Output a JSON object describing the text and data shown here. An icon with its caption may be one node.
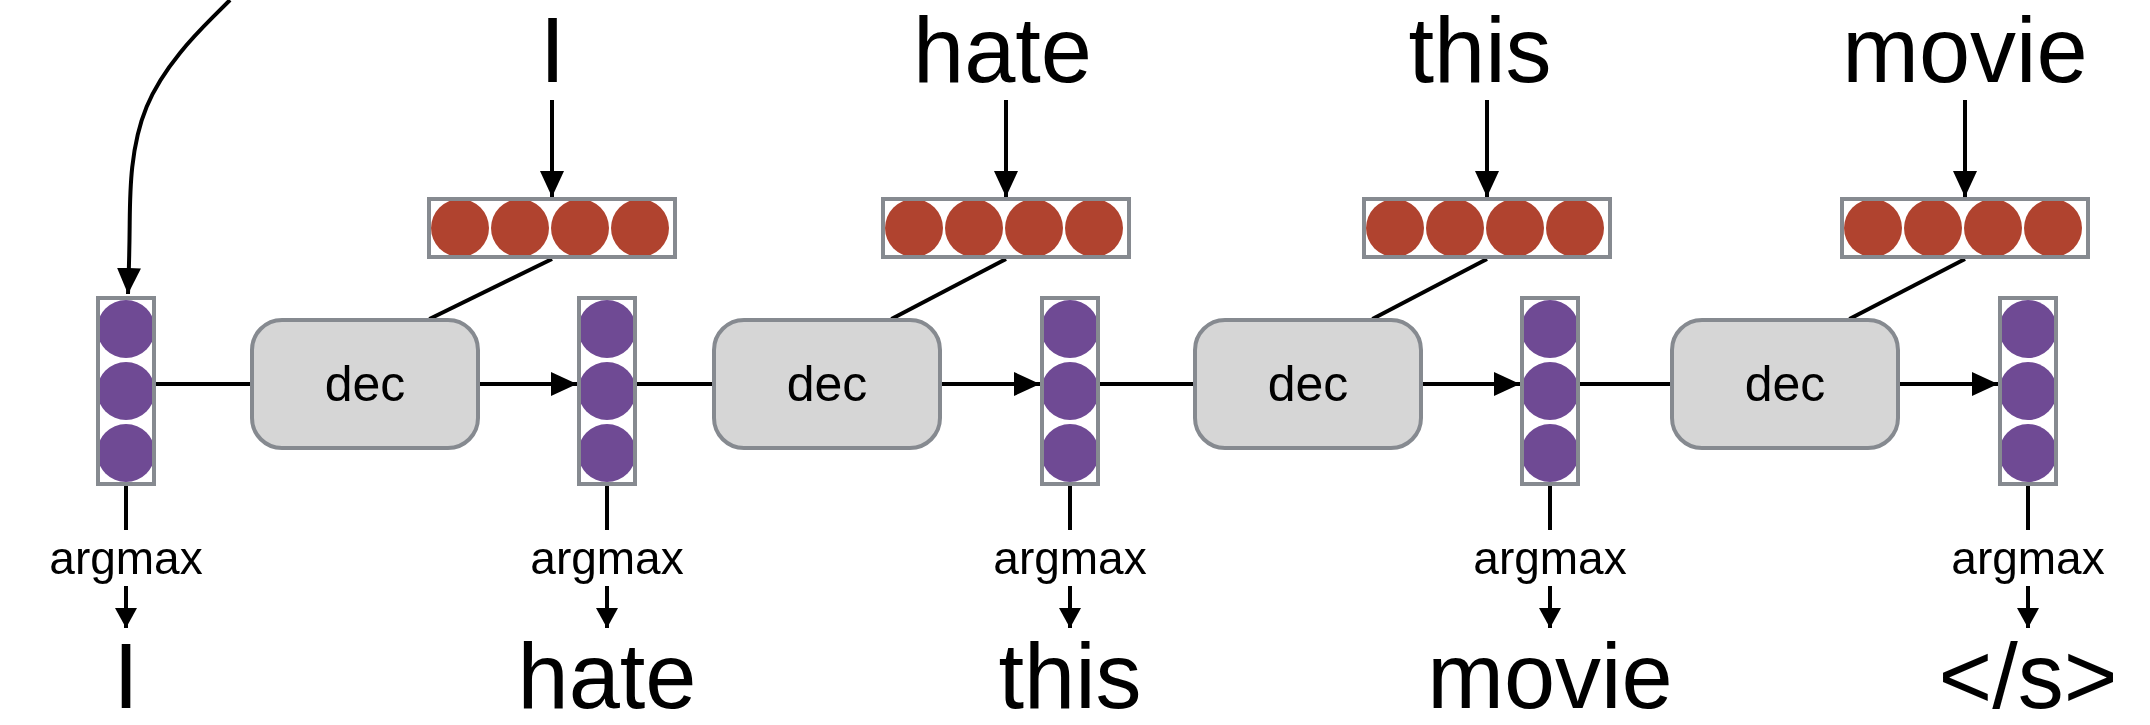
{
  "diagram": {
    "nodes": [
      {
        "text": [
          "I"
        ]
      },
      {
        "text": [
          "hate"
        ]
      },
      {
        "text": [
          "this"
        ]
      },
      {
        "text": [
          "movie"
        ]
      },
      {
        "text": [],
        "shape": "box"
      },
      {
        "text": [],
        "shape": "box"
      },
      {
        "text": [],
        "shape": "box"
      },
      {
        "text": [],
        "shape": "box"
      },
      {
        "text": [],
        "shape": "box"
      },
      {
        "text": [],
        "shape": "box"
      },
      {
        "text": [],
        "shape": "box"
      },
      {
        "text": [],
        "shape": "box"
      },
      {
        "text": [],
        "shape": "box"
      },
      {
        "text": [
          "dec"
        ]
      },
      {
        "text": [
          "dec"
        ]
      },
      {
        "text": [
          "dec"
        ]
      },
      {
        "text": [
          "dec"
        ]
      },
      {
        "text": [
          "argmax"
        ]
      },
      {
        "text": [
          "argmax"
        ]
      },
      {
        "text": [
          "argmax"
        ]
      },
      {
        "text": [
          "argmax"
        ]
      },
      {
        "text": [
          "argmax"
        ]
      },
      {
        "text": [
          "I"
        ]
      },
      {
        "text": [
          "hate"
        ]
      },
      {
        "text": [
          "this"
        ]
      },
      {
        "text": [
          "movie"
        ]
      },
      {
        "text": [
          "</s>"
        ]
      }
    ],
    "edges": [
      {
        "from": null,
        "to": 8,
        "arrow": "to"
      },
      {
        "from": 0,
        "to": 4,
        "arrow": "to"
      },
      {
        "from": 1,
        "to": 5,
        "arrow": "to"
      },
      {
        "from": 2,
        "to": 6,
        "arrow": "to"
      },
      {
        "from": 3,
        "to": 7,
        "arrow": "to"
      },
      {
        "from": 4,
        "to": 13,
        "arrow": "none"
      },
      {
        "from": 5,
        "to": 14,
        "arrow": "none"
      },
      {
        "from": 6,
        "to": 15,
        "arrow": "none"
      },
      {
        "from": 7,
        "to": 16,
        "arrow": "none"
      },
      {
        "from": 8,
        "to": 13,
        "arrow": "none"
      },
      {
        "from": 13,
        "to": 9,
        "arrow": "to"
      },
      {
        "from": 9,
        "to": 14,
        "arrow": "none"
      },
      {
        "from": 14,
        "to": 10,
        "arrow": "to"
      },
      {
        "from": 10,
        "to": 15,
        "arrow": "none"
      },
      {
        "from": 15,
        "to": 11,
        "arrow": "to"
      },
      {
        "from": 11,
        "to": 16,
        "arrow": "none"
      },
      {
        "from": 16,
        "to": 12,
        "arrow": "to"
      },
      {
        "from": 8,
        "to": 17,
        "arrow": "none"
      },
      {
        "from": 9,
        "to": 18,
        "arrow": "none"
      },
      {
        "from": 10,
        "to": 19,
        "arrow": "none"
      },
      {
        "from": 11,
        "to": 20,
        "arrow": "none"
      },
      {
        "from": 12,
        "to": 21,
        "arrow": "none"
      },
      {
        "from": 17,
        "to": 22,
        "arrow": "to"
      },
      {
        "from": 18,
        "to": 23,
        "arrow": "to"
      },
      {
        "from": 19,
        "to": 24,
        "arrow": "to"
      },
      {
        "from": 20,
        "to": 25,
        "arrow": "to"
      },
      {
        "from": 21,
        "to": 26,
        "arrow": "to"
      }
    ]
  }
}
